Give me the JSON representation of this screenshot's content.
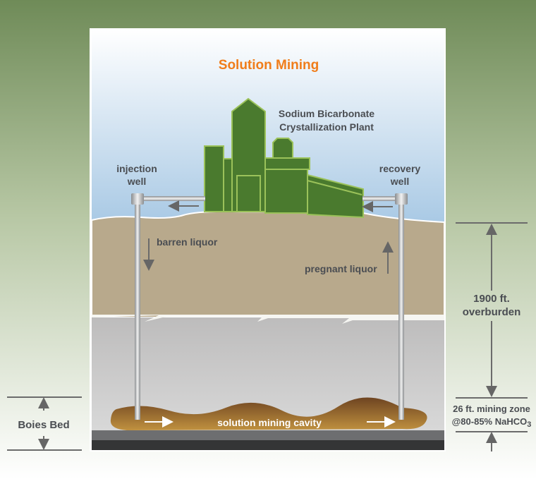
{
  "title": "Solution Mining",
  "plant_label_line1": "Sodium Bicarbonate",
  "plant_label_line2": "Crystallization Plant",
  "injection_well_line1": "injection",
  "injection_well_line2": "well",
  "recovery_well_line1": "recovery",
  "recovery_well_line2": "well",
  "barren_liquor": "barren liquor",
  "pregnant_liquor": "pregnant liquor",
  "overburden_line1": "1900 ft.",
  "overburden_line2": "overburden",
  "mining_zone_line1": "26 ft. mining zone",
  "mining_zone_line2": "@80-85% NaHCO",
  "mining_zone_subscript": "3",
  "boies_bed": "Boies Bed",
  "cavity_label": "solution mining cavity",
  "colors": {
    "title": "#f07d1a",
    "plant": "#4a7a2e",
    "plant_edge": "#9bc25a",
    "ground": "#b8a98c",
    "rock": "#c8c8c8",
    "cavity": "#8a5a2a"
  }
}
